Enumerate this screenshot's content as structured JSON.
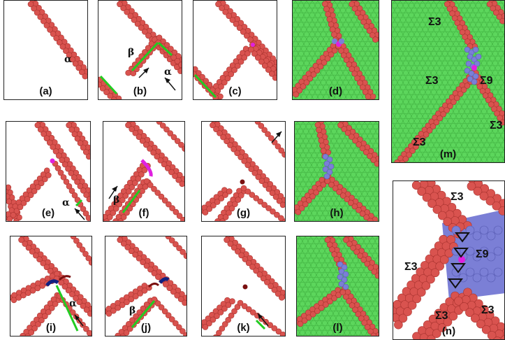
{
  "panels": {
    "a": "(a)",
    "b": "(b)",
    "c": "(c)",
    "d": "(d)",
    "e": "(e)",
    "f": "(f)",
    "g": "(g)",
    "h": "(h)",
    "i": "(i)",
    "j": "(j)",
    "k": "(k)",
    "l": "(l)",
    "m": "(m)",
    "n": "(n)"
  },
  "greek": {
    "alpha": "α",
    "beta": "β"
  },
  "boundaries": {
    "sigma3": "Σ3",
    "sigma9": "Σ9"
  },
  "colors": {
    "atom_red": "#d9534f",
    "atom_red_dark": "#a8322e",
    "atom_green": "#5cd65c",
    "atom_blue": "#7b7fd6",
    "atom_magenta": "#e020e0",
    "dislocation_green": "#22cc22",
    "dislocation_dark_red": "#7a1010",
    "dislocation_navy": "#102080"
  },
  "icons": [
    "arrow-icon",
    "triangle-marker-icon"
  ]
}
